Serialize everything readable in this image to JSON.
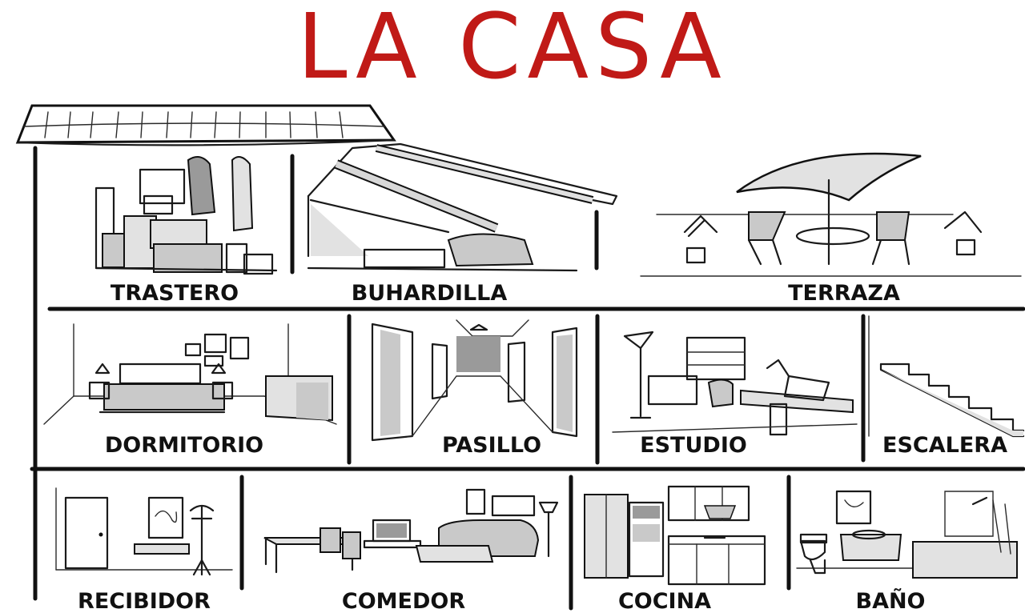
{
  "title": "LA CASA",
  "colors": {
    "title": "#c01a17",
    "ink": "#111111",
    "shade": "#c9c9c9"
  },
  "rooms": {
    "trastero": "TRASTERO",
    "buhardilla": "BUHARDILLA",
    "terraza": "TERRAZA",
    "dormitorio": "DORMITORIO",
    "pasillo": "PASILLO",
    "estudio": "ESTUDIO",
    "escalera": "ESCALERA",
    "recibidor": "RECIBIDOR",
    "comedor": "COMEDOR",
    "cocina": "COCINA",
    "bano": "BAÑO"
  }
}
